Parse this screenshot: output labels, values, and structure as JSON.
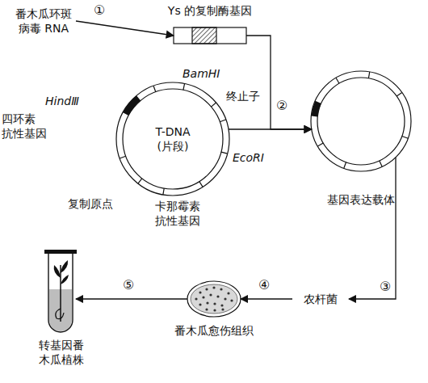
{
  "diagram": {
    "nodes": [
      {
        "text": [
          "番木瓜环斑 病毒 RNA"
        ]
      },
      {
        "text": [
          "Ys 的复制酶基因"
        ]
      },
      {
        "text": [
          "T-DNA (片段)"
        ]
      },
      {
        "text": [
          "基因表达载体"
        ]
      },
      {
        "text": [
          "农杆菌"
        ]
      },
      {
        "text": [
          "番木瓜愈伤组织"
        ]
      },
      {
        "text": [
          "转基因番 木瓜植株"
        ]
      }
    ],
    "edges": [
      {
        "from": 0,
        "to": 1,
        "arrow": "to",
        "label": "①"
      },
      {
        "from": 1,
        "to": 3,
        "arrow": "to",
        "label": "②"
      },
      {
        "from": 2,
        "to": 3,
        "arrow": "to"
      },
      {
        "from": 3,
        "to": 4,
        "arrow": "to",
        "label": "③"
      },
      {
        "from": 4,
        "to": 5,
        "arrow": "to",
        "label": "④"
      },
      {
        "from": 5,
        "to": 6,
        "arrow": "to",
        "label": "⑤"
      }
    ],
    "labels": [
      "BamHⅠ",
      "HindⅢ",
      "四环素 抗性基因",
      "终止子",
      "EcoRⅠ",
      "复制原点",
      "卡那霉素 抗性基因"
    ]
  }
}
